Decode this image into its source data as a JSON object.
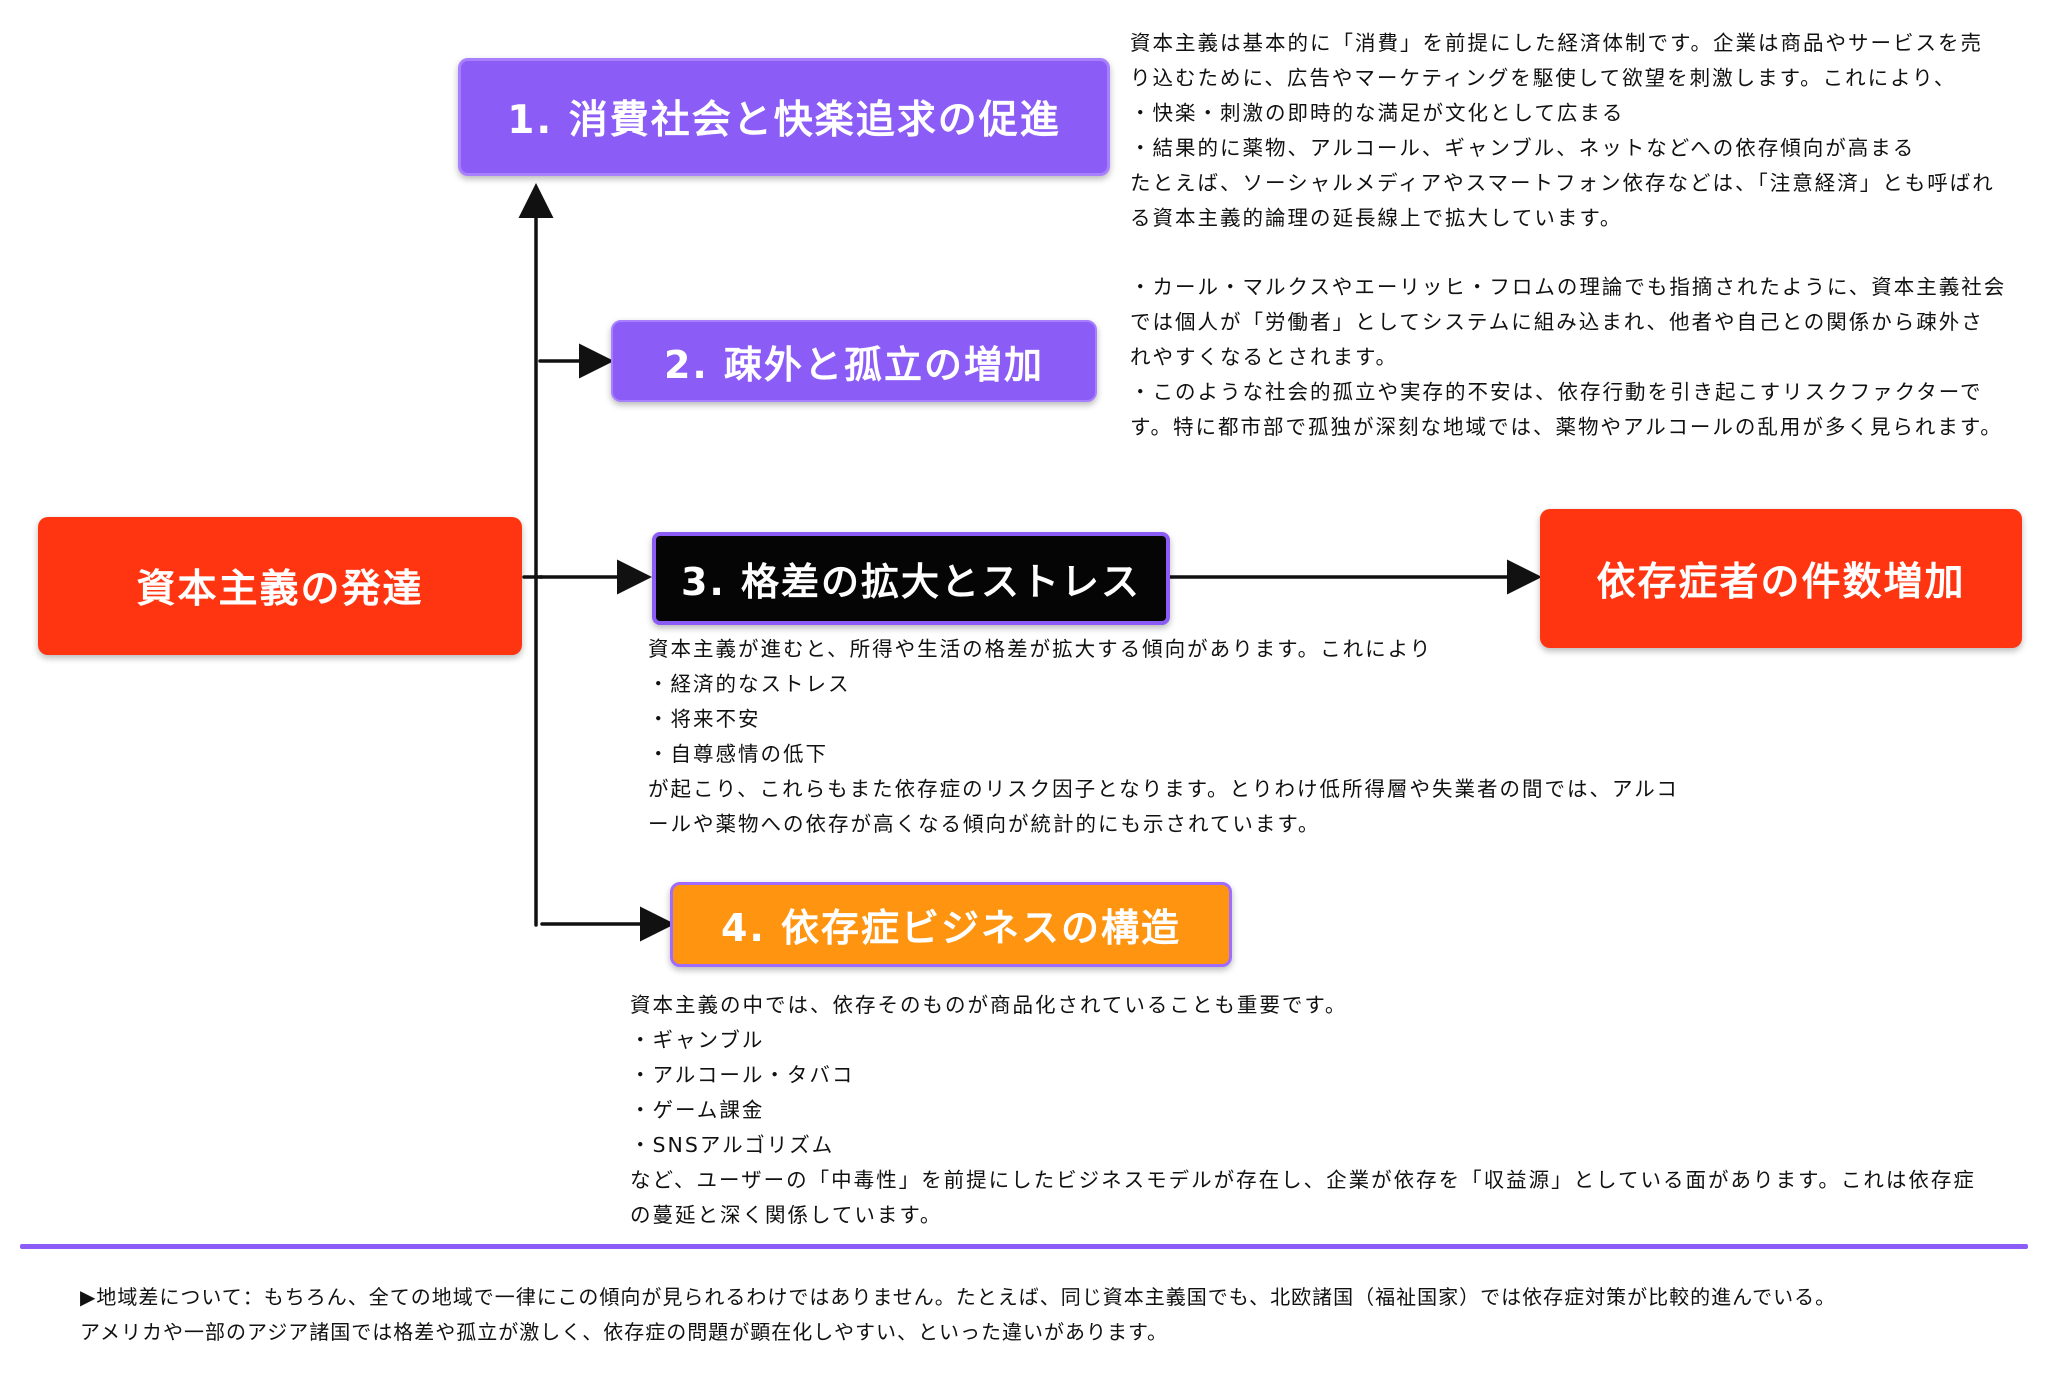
{
  "source_node": {
    "label": "資本主義の発達"
  },
  "target_node": {
    "label": "依存症者の件数増加"
  },
  "factors": [
    {
      "label": "1. 消費社会と快楽追求の促進",
      "description": [
        "資本主義は基本的に「消費」を前提にした経済体制です。企業は商品やサービスを売",
        "り込むために、広告やマーケティングを駆使して欲望を刺激します。これにより、",
        "・快楽・刺激の即時的な満足が文化として広まる",
        "・結果的に薬物、アルコール、ギャンブル、ネットなどへの依存傾向が高まる",
        "たとえば、ソーシャルメディアやスマートフォン依存などは、「注意経済」とも呼ばれ",
        "る資本主義的論理の延長線上で拡大しています。"
      ]
    },
    {
      "label": "2. 疎外と孤立の増加",
      "description": [
        "・カール・マルクスやエーリッヒ・フロムの理論でも指摘されたように、資本主義社会",
        "では個人が「労働者」としてシステムに組み込まれ、他者や自己との関係から疎外さ",
        "れやすくなるとされます。",
        "・このような社会的孤立や実存的不安は、依存行動を引き起こすリスクファクターで",
        "す。特に都市部で孤独が深刻な地域では、薬物やアルコールの乱用が多く見られます。"
      ]
    },
    {
      "label": "3. 格差の拡大とストレス",
      "description": [
        "資本主義が進むと、所得や生活の格差が拡大する傾向があります。これにより",
        "・経済的なストレス",
        "・将来不安",
        "・自尊感情の低下",
        "が起こり、これらもまた依存症のリスク因子となります。とりわけ低所得層や失業者の間では、アルコ",
        "ールや薬物への依存が高くなる傾向が統計的にも示されています。"
      ]
    },
    {
      "label": "4. 依存症ビジネスの構造",
      "description": [
        "資本主義の中では、依存そのものが商品化されていることも重要です。",
        "・ギャンブル",
        "・アルコール・タバコ",
        "・ゲーム課金",
        "・SNSアルゴリズム",
        "など、ユーザーの「中毒性」を前提にしたビジネスモデルが存在し、企業が依存を「収益源」としている面があります。これは依存症",
        "の蔓延と深く関係しています。"
      ]
    }
  ],
  "footnote": [
    "▶地域差について：もちろん、全ての地域で一律にこの傾向が見られるわけではありません。たとえば、同じ資本主義国でも、北欧諸国（福祉国家）では依存症対策が比較的進んでいる。",
    "アメリカや一部のアジア諸国では格差や孤立が激しく、依存症の問題が顕在化しやすい、といった違いがあります。"
  ],
  "colors": {
    "purple": "#8c5cf6",
    "red": "#ff3512",
    "orange": "#ff9410",
    "black": "#050505",
    "arrow": "#111111"
  }
}
